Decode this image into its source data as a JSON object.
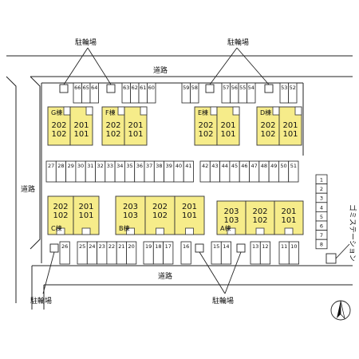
{
  "road_labels": [
    "道路",
    "道路",
    "道路"
  ],
  "bike_parking_labels": [
    "駐輪場",
    "駐輪場",
    "駐輪場",
    "駐輪場"
  ],
  "garbage_station_label": "ゴミステーション",
  "buildings": [
    {
      "name": "G棟",
      "units": [
        {
          "top": "202",
          "bottom": "102"
        },
        {
          "top": "201",
          "bottom": "101"
        }
      ]
    },
    {
      "name": "F棟",
      "units": [
        {
          "top": "202",
          "bottom": "102"
        },
        {
          "top": "201",
          "bottom": "101"
        }
      ]
    },
    {
      "name": "E棟",
      "units": [
        {
          "top": "202",
          "bottom": "102"
        },
        {
          "top": "201",
          "bottom": "101"
        }
      ]
    },
    {
      "name": "D棟",
      "units": [
        {
          "top": "202",
          "bottom": "102"
        },
        {
          "top": "201",
          "bottom": "101"
        }
      ]
    },
    {
      "name": "C棟",
      "units": [
        {
          "top": "202",
          "bottom": "102"
        },
        {
          "top": "201",
          "bottom": "101"
        }
      ]
    },
    {
      "name": "B棟",
      "units": [
        {
          "top": "203",
          "bottom": "103"
        },
        {
          "top": "202",
          "bottom": "102"
        },
        {
          "top": "201",
          "bottom": "101"
        }
      ]
    },
    {
      "name": "A棟",
      "units": [
        {
          "top": "203",
          "bottom": "103"
        },
        {
          "top": "202",
          "bottom": "102"
        },
        {
          "top": "201",
          "bottom": "101"
        }
      ]
    }
  ],
  "parking_rows": {
    "top": [
      [
        "66",
        "65",
        "64"
      ],
      [
        "63",
        "62",
        "61",
        "60"
      ],
      [
        "59",
        "58"
      ],
      [
        "57",
        "56",
        "55",
        "54"
      ],
      [
        "53",
        "52"
      ]
    ],
    "middle": [
      [
        "27",
        "28",
        "29",
        "30",
        "31",
        "32",
        "33",
        "34",
        "35",
        "36",
        "37",
        "38",
        "39",
        "40",
        "41"
      ],
      [
        "42",
        "43",
        "44",
        "45",
        "46",
        "47",
        "48",
        "49",
        "50",
        "51"
      ]
    ],
    "bottom": [
      [
        "26"
      ],
      [
        "25",
        "24",
        "23",
        "22",
        "21",
        "20"
      ],
      [
        "19",
        "18",
        "17"
      ],
      [
        "16"
      ],
      [
        "15",
        "14"
      ],
      [
        "13",
        "12"
      ],
      [
        "11",
        "10"
      ]
    ],
    "right": [
      "1",
      "2",
      "3",
      "4",
      "5",
      "6",
      "7",
      "8"
    ]
  }
}
